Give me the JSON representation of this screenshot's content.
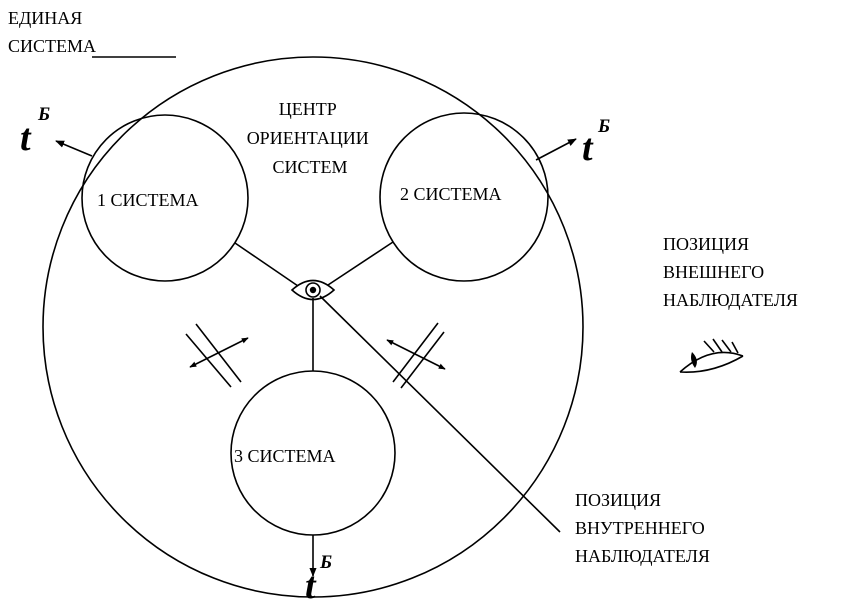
{
  "labels": {
    "unified_system": [
      "ЕДИНАЯ",
      "СИСТЕМА"
    ],
    "orientation_center": [
      "ЦЕНТР",
      "ОРИЕНТАЦИИ",
      "СИСТЕМ"
    ],
    "system_1": "1 СИСТЕМА",
    "system_2": "2 СИСТЕМА",
    "system_3": "3 СИСТЕМА",
    "external_observer": [
      "ПОЗИЦИЯ",
      "ВНЕШНЕГО",
      "НАБЛЮДАТЕЛЯ"
    ],
    "internal_observer": [
      "ПОЗИЦИЯ",
      "ВНУТРЕННЕГО",
      "НАБЛЮДАТЕЛЯ"
    ]
  },
  "time_symbol": {
    "base": "t",
    "superscript": "Б"
  },
  "icons": {
    "internal_eye": "eye-icon",
    "external_eye": "eye-with-lashes-icon"
  }
}
